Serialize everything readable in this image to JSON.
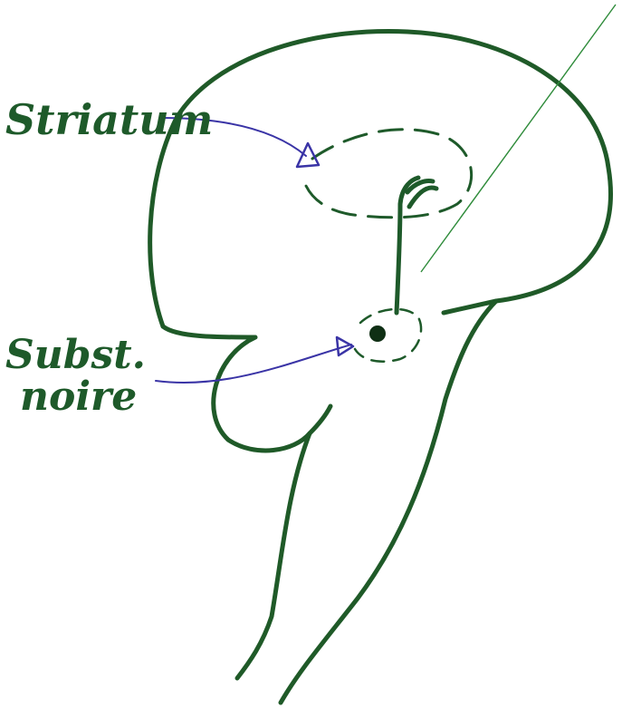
{
  "labels": {
    "striatum": "Striatum",
    "substantia_line1": "Subst.",
    "substantia_line2": "noire"
  },
  "colors": {
    "outline_green": "#1f5a28",
    "ink_green": "#1e5a2a",
    "thin_green": "#2e8b3a",
    "arrow_blue": "#3a34a6",
    "background": "#ffffff"
  }
}
